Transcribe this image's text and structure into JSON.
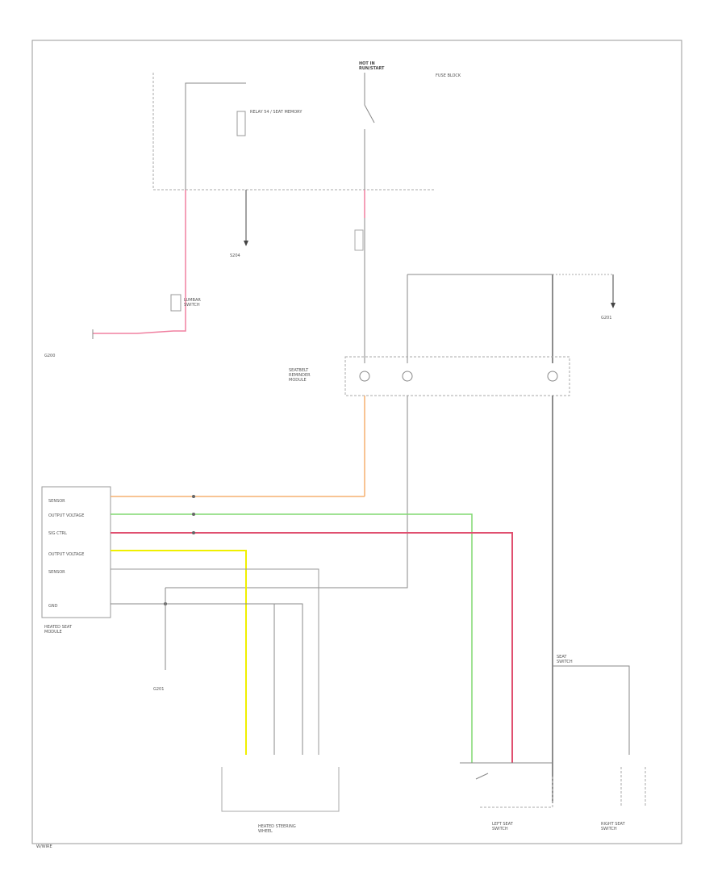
{
  "labels": {
    "hot_in_run": "HOT IN\nRUN/START",
    "relay_label": "RELAY 54 / SEAT MEMORY",
    "fuse_block_label": "FUSE BLOCK",
    "splice": "S204",
    "ground_g": "G201",
    "ip_ground": "G200",
    "lumbar_switch": "LUMBAR\nSWITCH",
    "seat_switch_control": "SEAT\nSWITCH",
    "sensor": "SENSOR",
    "output_voltage": "OUTPUT VOLTAGE",
    "sig_ctrl": "SIG CTRL",
    "output_voltage_2": "OUTPUT VOLTAGE",
    "sensor2": "SENSOR",
    "gnd": "GND",
    "module_label": "SEATBELT\nREMINDER\nMODULE",
    "heated_seat_module": "HEATED SEAT\nMODULE",
    "left_seat": "LEFT SEAT\nSWITCH",
    "right_seat": "RIGHT SEAT\nSWITCH",
    "heated_steering": "HEATED STEERING\nWHEEL",
    "footer": "W/WIRE"
  },
  "wire_colors": {
    "pink": "#f080a0",
    "orange": "#f5b070",
    "green": "#80d870",
    "red": "#e05070",
    "yellow": "#f0f000",
    "gray": "#888888"
  }
}
